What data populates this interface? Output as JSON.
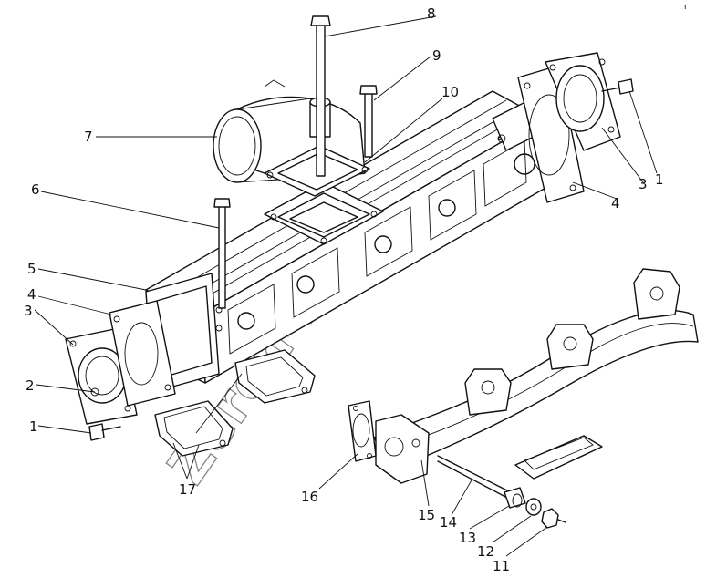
{
  "corner_marker": "r",
  "callouts": {
    "c1_right": "1",
    "c1_left": "1",
    "c2": "2",
    "c3_right": "3",
    "c3_left": "3",
    "c4_right": "4",
    "c4_left": "4",
    "c5": "5",
    "c6": "6",
    "c7": "7",
    "c8": "8",
    "c9": "9",
    "c10": "10",
    "c11": "11",
    "c12": "12",
    "c13": "13",
    "c14": "14",
    "c15": "15",
    "c16": "16",
    "c17": "17"
  },
  "watermark": "Zeren-Kaituo"
}
